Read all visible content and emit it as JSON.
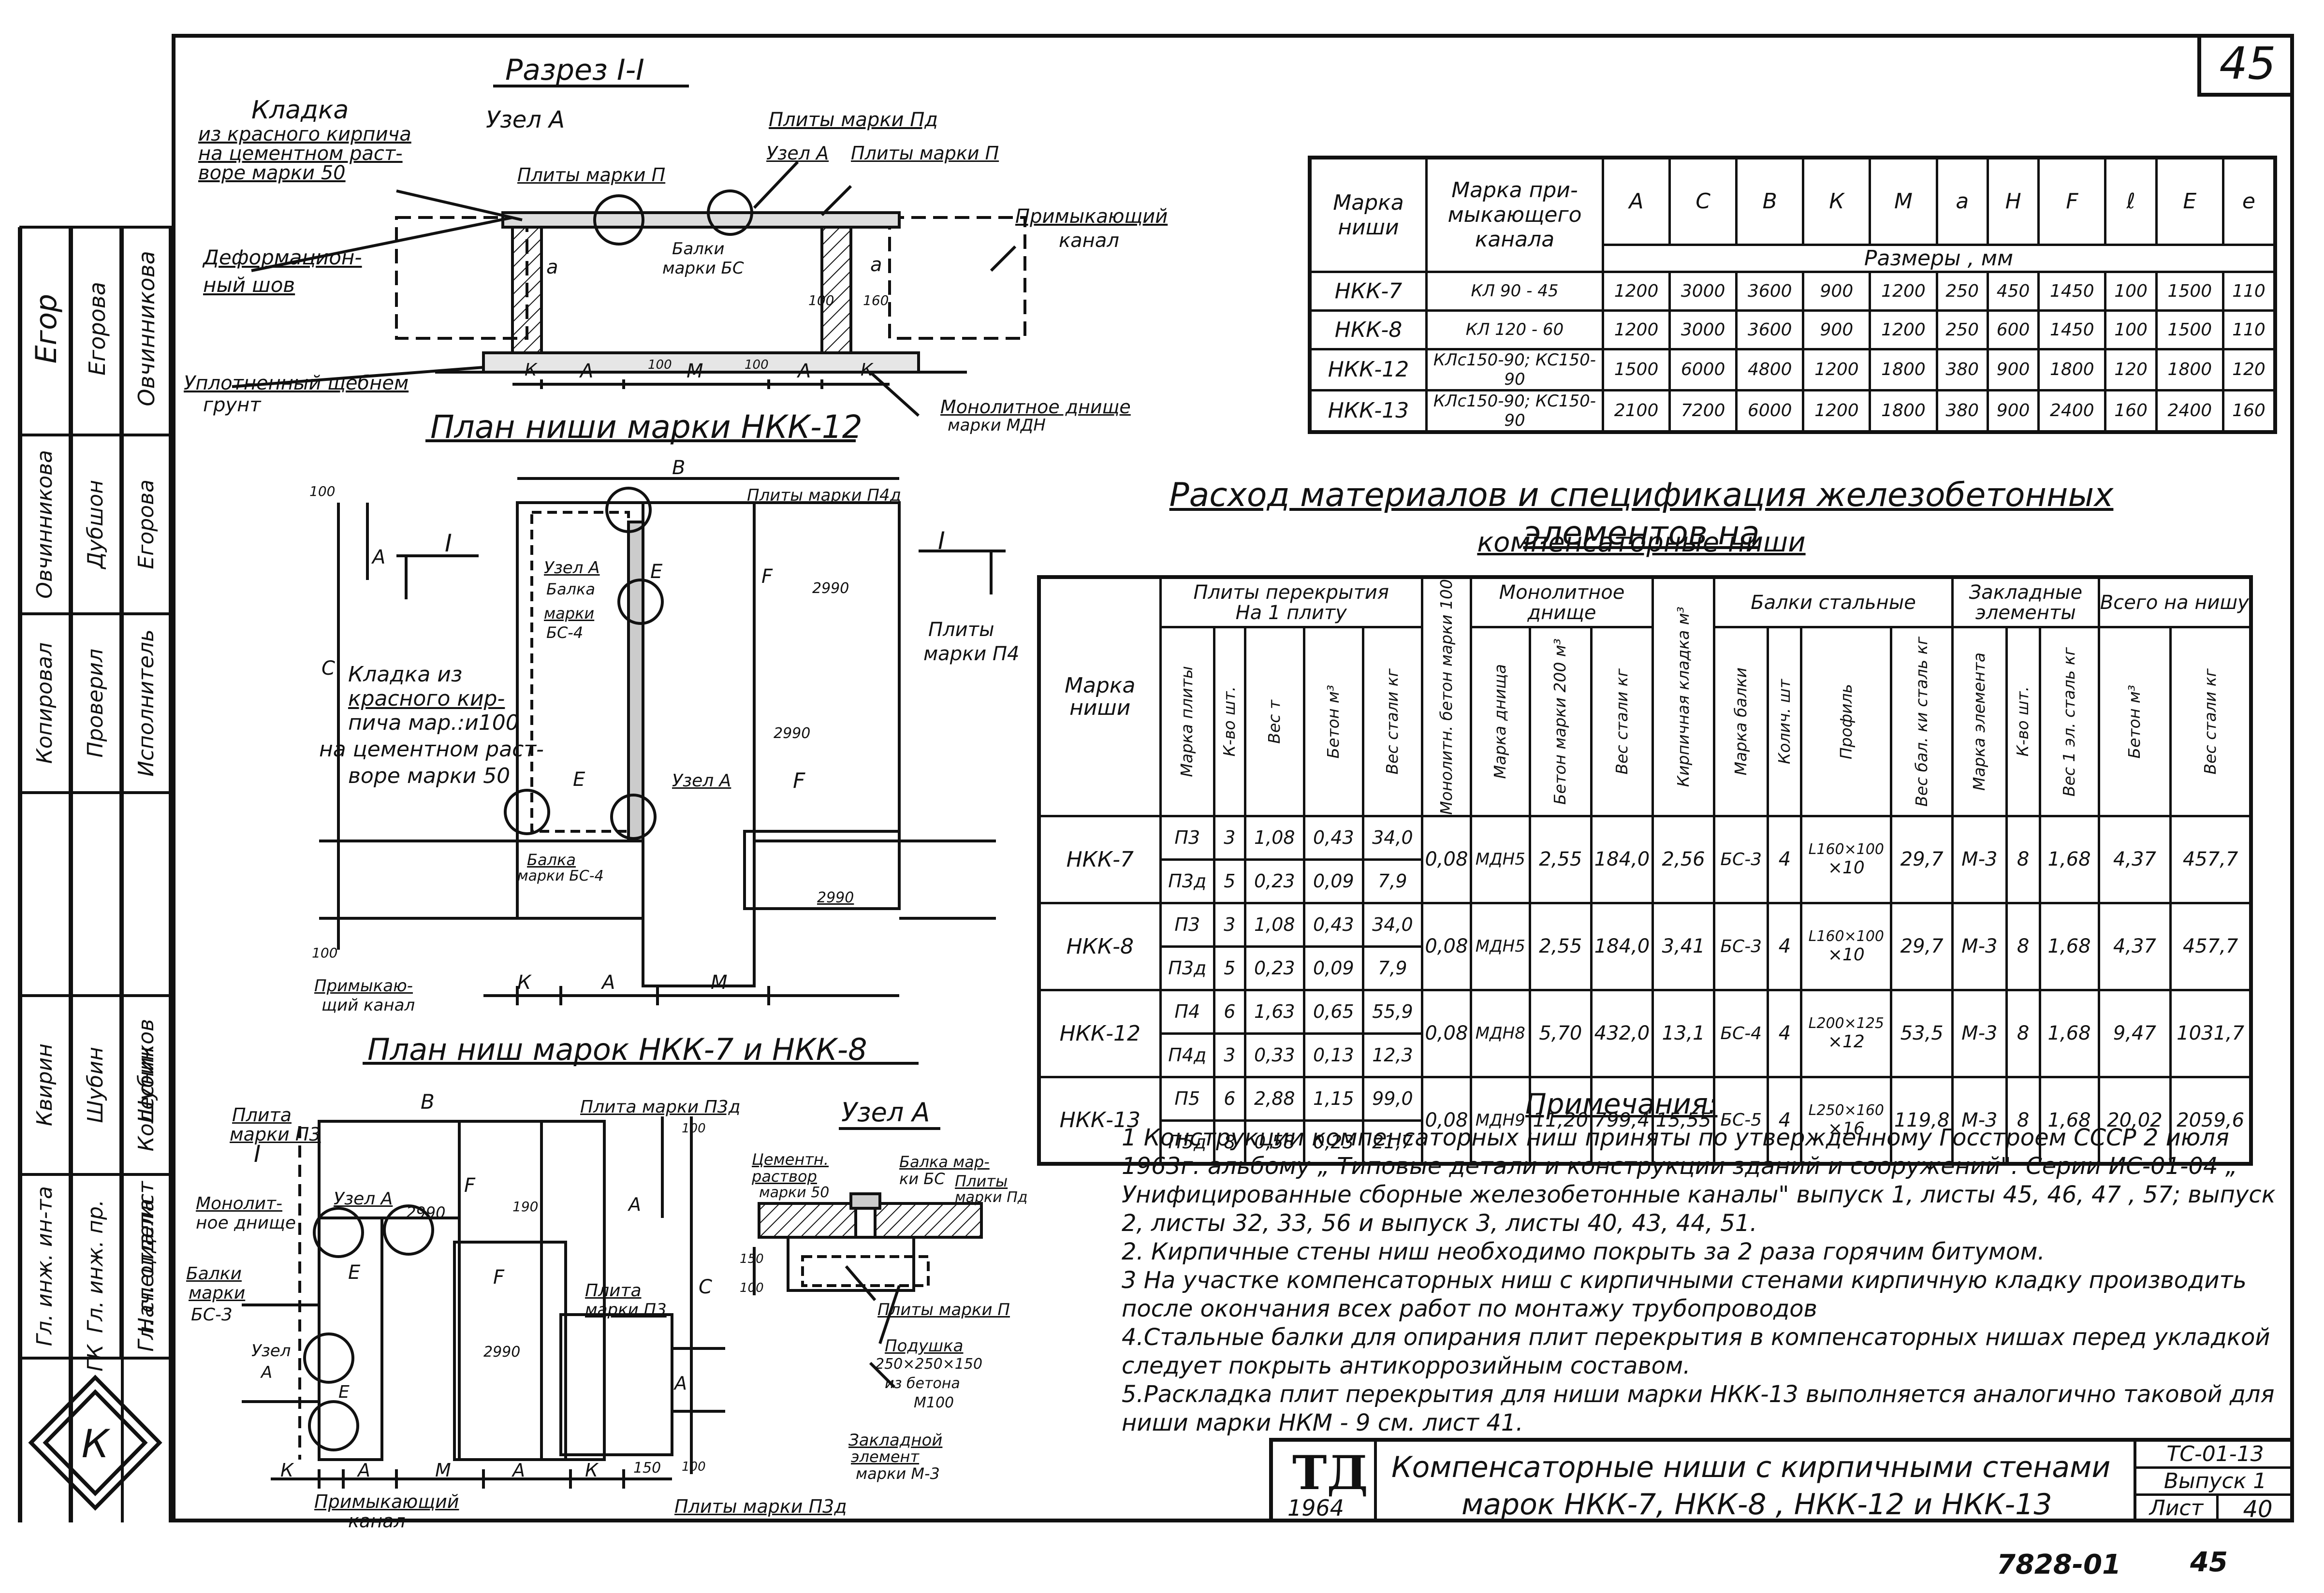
{
  "sheet_number": "45",
  "section": {
    "title": "Разрез I-I",
    "labels": {
      "masonry": "Кладка",
      "masonry_desc_1": "из красного кирпича",
      "masonry_desc_2": "на цементном раст-",
      "masonry_desc_3": "воре марки 50",
      "node_a": "Узел А",
      "slabs_p": "Плиты марки П",
      "slabs_pd": "Плиты марки Пд",
      "node_a2": "Узел А",
      "slabs_p2": "Плиты марки П",
      "beams": "Балки",
      "beams_mark": "марки БС",
      "adjoining_channel_1": "Примыкающий",
      "adjoining_channel_2": "канал",
      "deform_joint_1": "Деформацион-",
      "deform_joint_2": "ный шов",
      "compacted_1": "Уплотненный щебнем",
      "compacted_2": "грунт",
      "monolith_bottom_1": "Монолитное днище",
      "monolith_bottom_2": "марки МДН",
      "dim_a": "а",
      "dim_a2": "а",
      "dim_100": "100",
      "dim_160": "160",
      "dim_A": "А",
      "dim_M": "М",
      "dim_A2": "А",
      "dim_K": "К",
      "dim_K2": "К",
      "dim_100b": "100",
      "dim_100c": "100"
    }
  },
  "plan_12": {
    "title": "План ниши марки НКК-12",
    "labels": {
      "dim_B": "В",
      "slabs_top": "Плиты марки П4д",
      "node_a": "Узел А",
      "beam": "Балка",
      "beam_mark_1": "марки",
      "beam_mark_2": "БС-4",
      "slabs_p4_1": "Плиты",
      "slabs_p4_2": "марки П4",
      "masonry_1": "Кладка из",
      "masonry_2": "красного кир-",
      "masonry_3": "пича мар.:и100",
      "masonry_4": "на цементном раст-",
      "masonry_5": "воре марки 50",
      "dim_C": "С",
      "dim_A": "А",
      "dim_E": "Е",
      "dim_E2": "Е",
      "dim_F": "F",
      "dim_F2": "F",
      "dim_2990a": "2990",
      "dim_2990b": "2990",
      "dim_2990c": "2990",
      "node_a2": "Узел А",
      "beam2_1": "Балка",
      "beam2_2": "марки БС-4",
      "adjoining_1": "Примыкаю-",
      "adjoining_2": "щий канал",
      "dim_K": "К",
      "dim_A2": "А",
      "dim_M": "М",
      "dim_100": "100",
      "dim_100b": "100",
      "section_I": "I",
      "section_I2": "I"
    }
  },
  "plan_7_8": {
    "title": "План ниш марок НКК-7 и НКК-8",
    "labels": {
      "slab_p3_1": "Плита",
      "slab_p3_2": "марки П3",
      "dim_B": "В",
      "slab_p3d": "Плита марки П3д",
      "section_I": "I",
      "monolith_1": "Монолит-",
      "monolith_2": "ное днище",
      "node_a": "Узел А",
      "dim_2990": "2990",
      "dim_F": "F",
      "dim_190": "190",
      "dim_E": "Е",
      "beams_1": "Балки",
      "beams_2": "марки",
      "beams_3": "БС-3",
      "dim_F2": "F",
      "slab2_1": "Плита",
      "slab2_2": "марки П3",
      "dim_2990b": "2990",
      "node_a2": "Узел",
      "node_a2b": "А",
      "dim_E2": "Е",
      "dim_A": "А",
      "dim_C": "С",
      "dim_A2": "А",
      "dim_K": "К",
      "dim_A3": "А",
      "dim_M": "М",
      "dim_A4": "А",
      "dim_K2": "К",
      "dim_150": "150",
      "dim_100": "100",
      "dim_100b": "100",
      "adjoining_1": "Примыкающий",
      "adjoining_2": "канал",
      "slabs_p3d": "Плиты марки П3д"
    }
  },
  "node_a": {
    "title": "Узел А",
    "labels": {
      "cement_1": "Цементн.",
      "cement_2": "раствор",
      "cement_3": "марки 50",
      "beam_1": "Балка мар-",
      "beam_2": "ки БС",
      "slabs_pd_1": "Плиты",
      "slabs_pd_2": "марки Пд",
      "dim_150": "150",
      "dim_100": "100",
      "slabs_p": "Плиты марки П",
      "pad_1": "Подушка",
      "pad_2": "250×250×150",
      "pad_3": "из бетона",
      "pad_4": "М100",
      "embedded_1": "Закладной",
      "embedded_2": "элемент",
      "embedded_3": "марки М-3"
    }
  },
  "sizes_table": {
    "headers": {
      "mark": "Марка ниши",
      "adjoin": "Марка при-мыкающего канала",
      "sizes": "Размеры , мм"
    },
    "columns": [
      "А",
      "С",
      "В",
      "К",
      "М",
      "а",
      "Н",
      "F",
      "ℓ",
      "Е",
      "е"
    ],
    "rows": [
      {
        "mark": "НКК-7",
        "channel": "КЛ 90 - 45",
        "vals": [
          "1200",
          "3000",
          "3600",
          "900",
          "1200",
          "250",
          "450",
          "1450",
          "100",
          "1500",
          "110"
        ]
      },
      {
        "mark": "НКК-8",
        "channel": "КЛ 120 - 60",
        "vals": [
          "1200",
          "3000",
          "3600",
          "900",
          "1200",
          "250",
          "600",
          "1450",
          "100",
          "1500",
          "110"
        ]
      },
      {
        "mark": "НКК-12",
        "channel": "КЛс150-90; КС150-90",
        "vals": [
          "1500",
          "6000",
          "4800",
          "1200",
          "1800",
          "380",
          "900",
          "1800",
          "120",
          "1800",
          "120"
        ]
      },
      {
        "mark": "НКК-13",
        "channel": "КЛс150-90; КС150-90",
        "vals": [
          "2100",
          "7200",
          "6000",
          "1200",
          "1800",
          "380",
          "900",
          "2400",
          "160",
          "2400",
          "160"
        ]
      }
    ]
  },
  "spec": {
    "title": "Расход материалов и спецификация железобетонных элементов на",
    "subtitle": "компенсаторные ниши",
    "headers": {
      "mark": "Марка ниши",
      "slabs": "Плиты перекрытия",
      "per_slab": "На 1 плиту",
      "slab_mark": "Марка плиты",
      "qty": "К-во шт.",
      "weight": "Вес т",
      "concrete": "Бетон м³",
      "steel": "Вес стали кг",
      "monolith_concrete": "Монолитн. бетон марки 100",
      "bottom": "Монолитное днище",
      "bottom_mark": "Марка днища",
      "bottom_concrete": "Бетон марки 200 м³",
      "bottom_steel": "Вес стали кг",
      "brick": "Кирпичная кладка м³",
      "beams": "Балки стальные",
      "beam_mark": "Марка балки",
      "beam_qty": "Колич. шт",
      "profile": "Профиль",
      "beam_weight": "Вес бал. ки сталь кг",
      "embedded": "Закладные элементы",
      "emb_mark": "Марка элемента",
      "emb_qty": "К-во шт.",
      "emb_weight": "Вес 1 эл. сталь кг",
      "total": "Всего на нишу",
      "total_concrete": "Бетон м³",
      "total_steel": "Вес стали кг"
    },
    "rows": [
      {
        "mark": "НКК-7",
        "slabs": [
          [
            "П3",
            "3",
            "1,08",
            "0,43",
            "34,0"
          ],
          [
            "П3д",
            "5",
            "0,23",
            "0,09",
            "7,9"
          ]
        ],
        "monolith": "0,08",
        "bottom_mark": "МДН5",
        "bottom_concrete": "2,55",
        "bottom_steel": "184,0",
        "brick": "2,56",
        "beam_mark": "БС-3",
        "beam_qty": "4",
        "profile_1": "L160×100",
        "profile_2": "×10",
        "beam_weight": "29,7",
        "emb_mark": "М-3",
        "emb_qty": "8",
        "emb_weight": "1,68",
        "total_concrete": "4,37",
        "total_steel": "457,7"
      },
      {
        "mark": "НКК-8",
        "slabs": [
          [
            "П3",
            "3",
            "1,08",
            "0,43",
            "34,0"
          ],
          [
            "П3д",
            "5",
            "0,23",
            "0,09",
            "7,9"
          ]
        ],
        "monolith": "0,08",
        "bottom_mark": "МДН5",
        "bottom_concrete": "2,55",
        "bottom_steel": "184,0",
        "brick": "3,41",
        "beam_mark": "БС-3",
        "beam_qty": "4",
        "profile_1": "L160×100",
        "profile_2": "×10",
        "beam_weight": "29,7",
        "emb_mark": "М-3",
        "emb_qty": "8",
        "emb_weight": "1,68",
        "total_concrete": "4,37",
        "total_steel": "457,7"
      },
      {
        "mark": "НКК-12",
        "slabs": [
          [
            "П4",
            "6",
            "1,63",
            "0,65",
            "55,9"
          ],
          [
            "П4д",
            "3",
            "0,33",
            "0,13",
            "12,3"
          ]
        ],
        "monolith": "0,08",
        "bottom_mark": "МДН8",
        "bottom_concrete": "5,70",
        "bottom_steel": "432,0",
        "brick": "13,1",
        "beam_mark": "БС-4",
        "beam_qty": "4",
        "profile_1": "L200×125",
        "profile_2": "×12",
        "beam_weight": "53,5",
        "emb_mark": "М-3",
        "emb_qty": "8",
        "emb_weight": "1,68",
        "total_concrete": "9,47",
        "total_steel": "1031,7"
      },
      {
        "mark": "НКК-13",
        "slabs": [
          [
            "П5",
            "6",
            "2,88",
            "1,15",
            "99,0"
          ],
          [
            "П5д",
            "8",
            "0,58",
            "0,23",
            "21,7"
          ]
        ],
        "monolith": "0,08",
        "bottom_mark": "МДН9",
        "bottom_concrete": "11,20",
        "bottom_steel": "799,4",
        "brick": "15,55",
        "beam_mark": "БС-5",
        "beam_qty": "4",
        "profile_1": "L250×160",
        "profile_2": "×16",
        "beam_weight": "119,8",
        "emb_mark": "М-3",
        "emb_qty": "8",
        "emb_weight": "1,68",
        "total_concrete": "20,02",
        "total_steel": "2059,6"
      }
    ]
  },
  "notes": {
    "title": "Примечания:",
    "items": [
      "1 Конструкции компенсаторных ниш приняты по утвержденному Госстроем СССР 2 июля 1963г. альбому „ Типовые детали и конструкции зданий и сооружений\". Серии ИС-01-04 „ Унифицированные сборные железобетонные каналы\" выпуск 1, листы 45, 46, 47 , 57; выпуск 2, листы 32, 33, 56 и выпуск 3, листы 40, 43, 44, 51.",
      "2. Кирпичные стены ниш необходимо покрыть за 2 раза горячим битумом.",
      "3 На участке компенсаторных ниш с кирпичными стенами кирпичную кладку производить после окончания всех работ по монтажу трубопроводов",
      "4.Стальные балки для опирания плит перекрытия в компенсаторных нишах перед укладкой следует покрыть антикоррозийным составом.",
      "5.Раскладка плит перекрытия для ниши марки НКК-13 выполняется аналогично таковой для ниши марки НКМ - 9 см. лист 41."
    ]
  },
  "title_block": {
    "logo": "ТД",
    "year": "1964",
    "title_1": "Компенсаторные ниши с кирпичными стенами",
    "title_2": "марок НКК-7, НКК-8 , НКК-12 и НКК-13",
    "code": "ТС-01-13",
    "issue": "Выпуск 1",
    "sheet_label": "Лист",
    "sheet": "40"
  },
  "bottom_stamp": "7828-01",
  "bottom_stamp_2": "45",
  "left_strip": {
    "roles_1": [
      "Исполнитель",
      "Проверил",
      "Копировал"
    ],
    "names_1": [
      "Егорова",
      "Дубшон",
      "Овчинникова"
    ],
    "roles_2": [
      "Гл. инж. ин-та",
      "Гл. инж. пр.",
      "Гл. специалист",
      "Нач. отдела"
    ],
    "names_2": [
      "Квирин",
      "Шубин",
      "Колесников",
      "Шубин"
    ],
    "signatures_note": "Егор",
    "logo": "ГК"
  }
}
